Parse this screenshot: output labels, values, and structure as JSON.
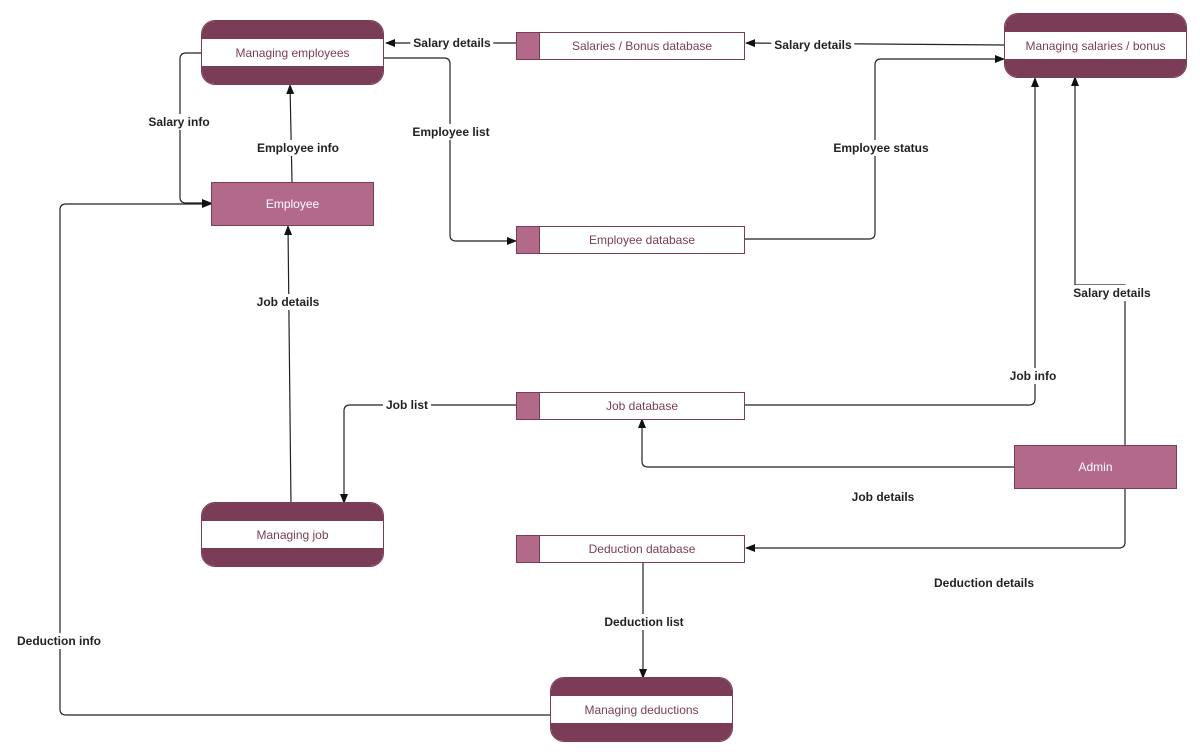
{
  "processes": {
    "managing_employees": "Managing employees",
    "managing_salaries": "Managing salaries / bonus",
    "managing_job": "Managing job",
    "managing_deductions": "Managing deductions"
  },
  "entities": {
    "employee": "Employee",
    "admin": "Admin"
  },
  "stores": {
    "salaries_bonus_db": "Salaries / Bonus database",
    "employee_db": "Employee database",
    "job_db": "Job database",
    "deduction_db": "Deduction database"
  },
  "flows": {
    "salary_details_to_employees": "Salary details",
    "salary_details_from_salaries": "Salary details",
    "salary_info": "Salary info",
    "employee_info": "Employee info",
    "employee_list": "Employee list",
    "employee_status": "Employee status",
    "job_details_to_employee": "Job details",
    "salary_details_admin": "Salary details",
    "job_list": "Job list",
    "job_info": "Job info",
    "job_details_admin": "Job details",
    "deduction_details": "Deduction details",
    "deduction_list": "Deduction list",
    "deduction_info": "Deduction info"
  },
  "colors": {
    "process_band": "#7b3c58",
    "entity_fill": "#b3698a",
    "text_accent": "#7b3c58",
    "line": "#222222"
  }
}
